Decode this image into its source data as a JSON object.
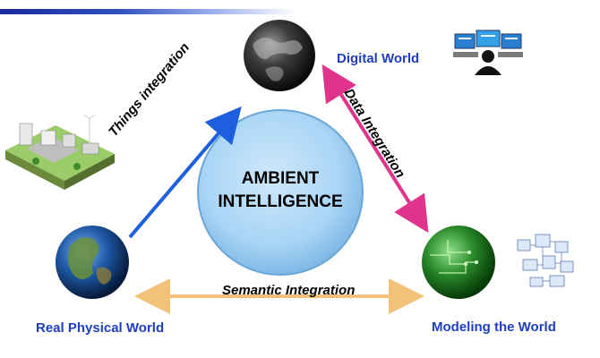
{
  "center": {
    "line1": "AMBIENT",
    "line2": "INTELLIGENCE"
  },
  "nodes": {
    "digital_world": "Digital World",
    "real_world": "Real Physical World",
    "modeling_world": "Modeling the World"
  },
  "connections": {
    "things": "Things integration",
    "data": "Data Integration",
    "semantic": "Semantic Integration"
  },
  "colors": {
    "label_blue": "#1f3fbf",
    "things_arrow": "#1e5fe0",
    "data_arrow": "#e0348c",
    "semantic_arrow": "#f2c27a",
    "center_circle": "#a8d4f5"
  }
}
